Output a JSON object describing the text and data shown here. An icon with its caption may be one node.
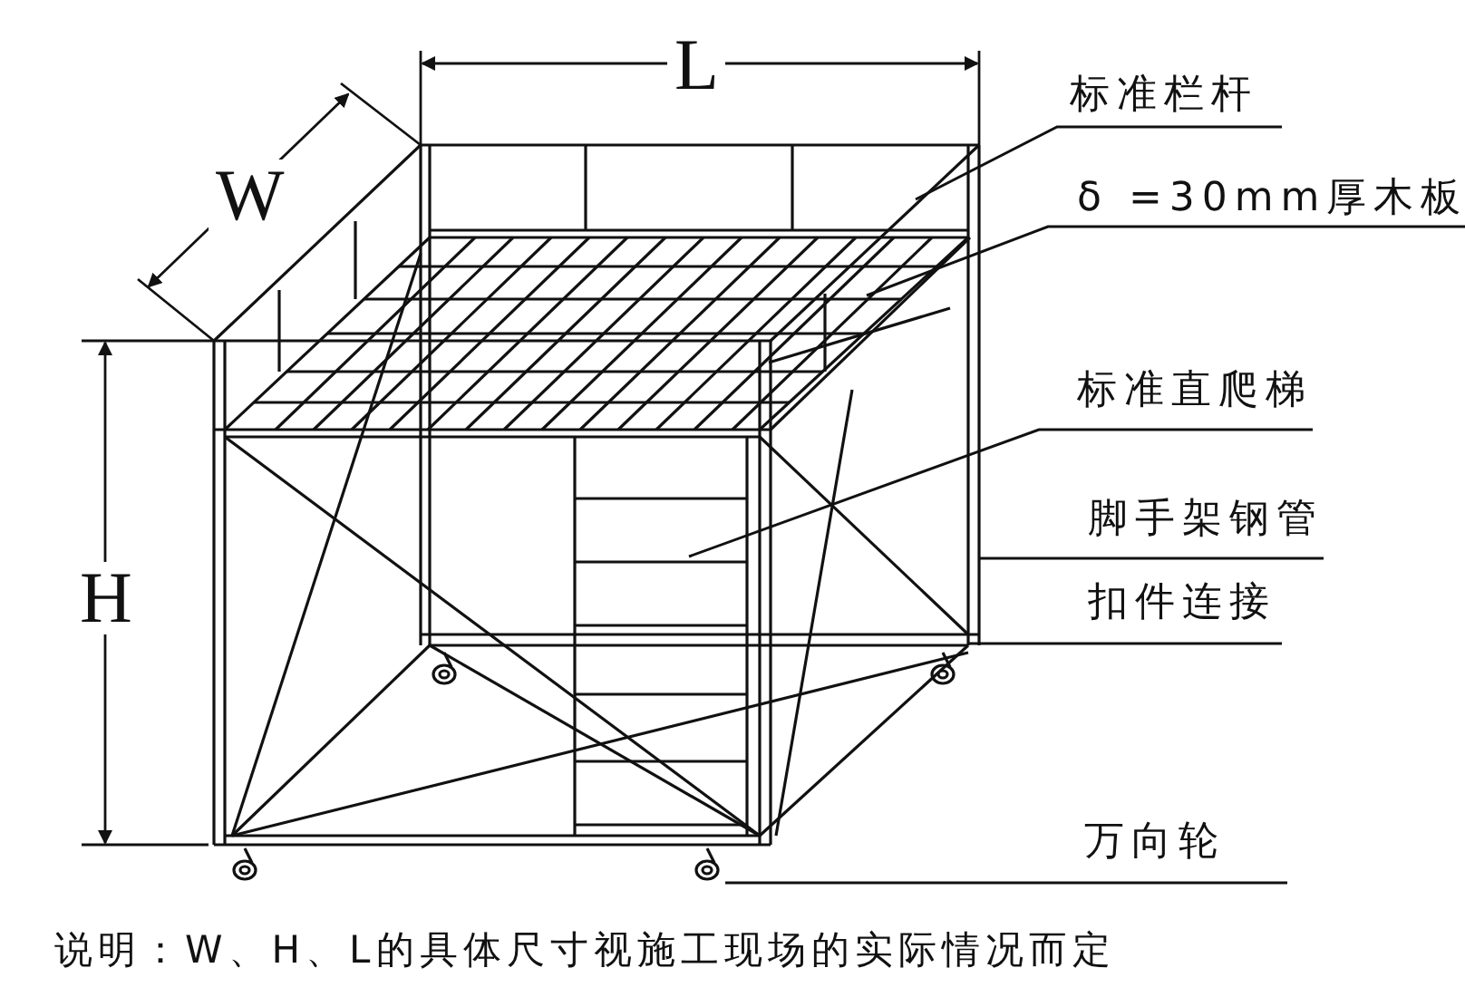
{
  "diagram": {
    "caption": "说明：W、H、L的具体尺寸视施工现场的实际情况而定",
    "nodes": [
      {
        "text": [
          "标准栏杆"
        ]
      },
      {
        "text": [
          "δ =30mm厚木板"
        ]
      },
      {
        "text": [
          "标准直爬梯"
        ]
      },
      {
        "text": [
          "脚手架钢管"
        ]
      },
      {
        "text": [
          "扣件连接"
        ]
      },
      {
        "text": [
          "万向轮"
        ]
      }
    ],
    "edges": [
      {
        "from": 0,
        "to": null,
        "arrow": "none"
      },
      {
        "from": 1,
        "to": null,
        "arrow": "none"
      },
      {
        "from": 2,
        "to": null,
        "arrow": "none"
      },
      {
        "from": 3,
        "to": null,
        "arrow": "none"
      },
      {
        "from": 4,
        "to": null,
        "arrow": "none"
      },
      {
        "from": 5,
        "to": null,
        "arrow": "none"
      }
    ],
    "labels": [
      "L",
      "W",
      "H"
    ]
  }
}
